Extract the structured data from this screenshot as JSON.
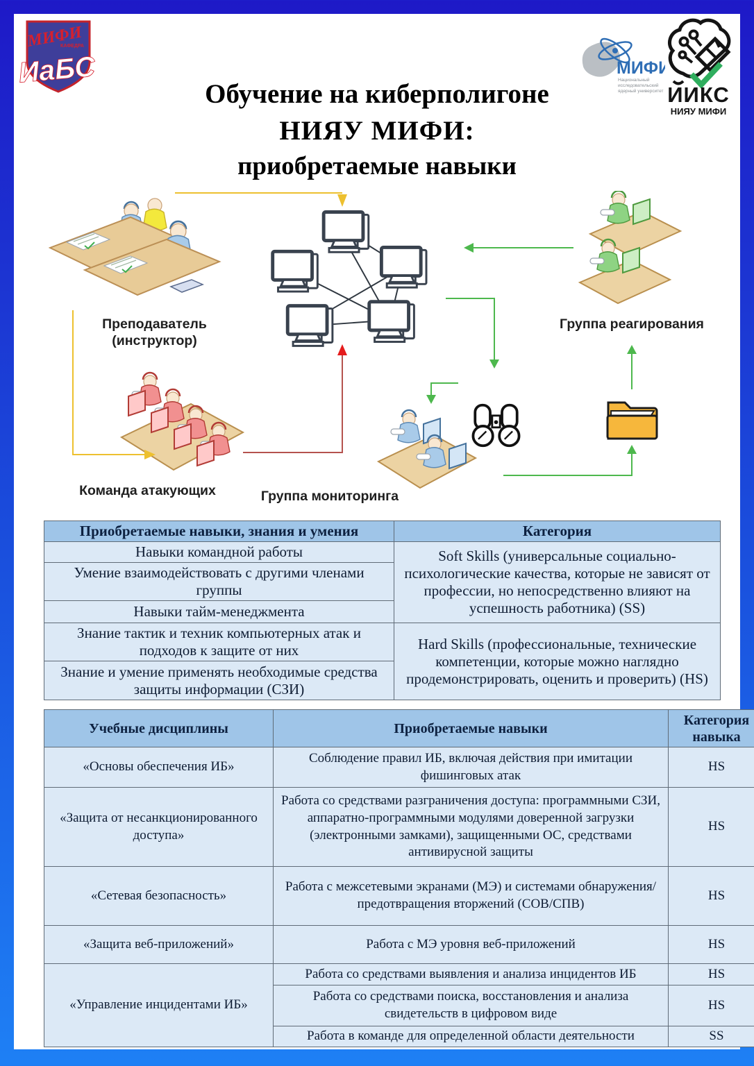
{
  "page": {
    "title": [
      "Обучение на киберполигоне",
      "НИЯУ МИФИ:",
      "приобретаемые навыки"
    ],
    "colors": {
      "frame_top": "#1e19c7",
      "frame_bottom": "#1e80f5",
      "table_header_bg": "#9fc5e8",
      "table_row_bg": "#dce9f6"
    }
  },
  "logos": {
    "iabs": {
      "script": "МИФИ",
      "small": "КАФЕДРА",
      "main": "ИаБС"
    },
    "mephi": {
      "name": "МИФИ",
      "sub1": "Национальный",
      "sub2": "исследовательский",
      "sub3": "ядерный университет"
    },
    "iiks": {
      "name": "ИИКС",
      "sub": "НИЯУ МИФИ"
    }
  },
  "diagram": {
    "labels": {
      "instructor1": "Преподаватель",
      "instructor2": "(инструктор)",
      "attackers": "Команда атакующих",
      "monitoring": "Группа мониторинга",
      "response": "Группа реагирования"
    },
    "colors": {
      "instructor": "#edc02f",
      "attack_line": "#b5524e",
      "attack_head": "#e51c1c",
      "flow": "#4db84d"
    }
  },
  "skills_table": {
    "headers": {
      "skills": "Приобретаемые навыки, знания и умения",
      "category": "Категория"
    },
    "skills": [
      "Навыки командной работы",
      "Умение взаимодействовать с другими членами группы",
      "Навыки тайм-менеджмента",
      "Знание тактик и техник компьютерных атак и подходов к защите от них",
      "Знание и умение применять необходимые средства защиты информации (СЗИ)"
    ],
    "categories": {
      "soft": "Soft Skills (универсальные социально-психологические качества, которые не зависят от профессии, но непосредственно влияют на успешность работника) (SS)",
      "hard": "Hard Skills (профессиональные, технические компетенции, которые можно наглядно продемонстрировать, оценить и проверить) (HS)"
    }
  },
  "disciplines_table": {
    "headers": {
      "discipline": "Учебные дисциплины",
      "skills": "Приобретаемые навыки",
      "category": "Категория навыка"
    },
    "rows": [
      {
        "discipline": "«Основы обеспечения ИБ»",
        "skill": "Соблюдение правил ИБ, включая действия при имитации фишинговых атак",
        "category": "HS"
      },
      {
        "discipline": "«Защита от несанкционированного доступа»",
        "skill": "Работа со средствами разграничения доступа: программными СЗИ, аппаратно-программными модулями доверенной загрузки (электронными замками), защищенными ОС, средствами антивирусной защиты",
        "category": "HS"
      },
      {
        "discipline": "«Сетевая безопасность»",
        "skill": "Работа с межсетевыми экранами (МЭ) и системами обнаружения/предотвращения вторжений (СОВ/СПВ)",
        "category": "HS"
      },
      {
        "discipline": "«Защита веб-приложений»",
        "skill": "Работа с МЭ уровня веб-приложений",
        "category": "HS"
      },
      {
        "discipline": "«Управление инцидентами ИБ»",
        "subrows": [
          {
            "skill": "Работа со средствами выявления и анализа инцидентов ИБ",
            "category": "HS"
          },
          {
            "skill": "Работа со средствами поиска, восстановления и анализа свидетельств в цифровом виде",
            "category": "HS"
          },
          {
            "skill": "Работа в команде для определенной области деятельности",
            "category": "SS"
          }
        ]
      }
    ]
  }
}
